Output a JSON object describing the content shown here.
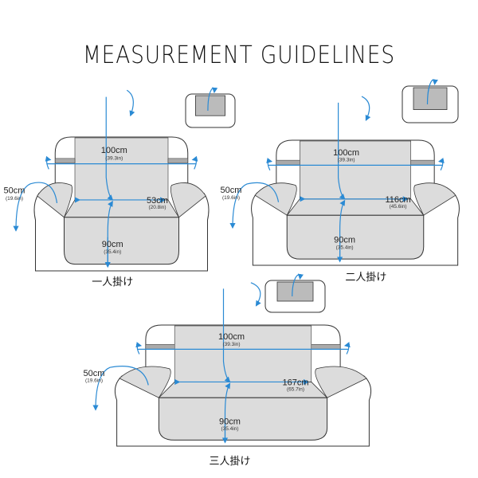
{
  "title": "MEASUREMENT GUIDELINES",
  "colors": {
    "arrow": "#2a8ad4",
    "cover": "#dcdcdc",
    "outline": "#333333",
    "strap": "#aaaaaa"
  },
  "sofas": [
    {
      "name": "一人掛け",
      "back": "100cm",
      "back_in": "(39.3in)",
      "width": "53cm",
      "width_in": "(20.8in)",
      "seat": "90cm",
      "seat_in": "(35.4in)",
      "arm": "50cm",
      "arm_in": "(19.6in)"
    },
    {
      "name": "二人掛け",
      "back": "100cm",
      "back_in": "(39.3in)",
      "width": "116cm",
      "width_in": "(45.6in)",
      "seat": "90cm",
      "seat_in": "(35.4in)",
      "arm": "50cm",
      "arm_in": "(19.6in)"
    },
    {
      "name": "三人掛け",
      "back": "100cm",
      "back_in": "(39.3in)",
      "width": "167cm",
      "width_in": "(65.7in)",
      "seat": "90cm",
      "seat_in": "(35.4in)",
      "arm": "50cm",
      "arm_in": "(19.6in)"
    }
  ]
}
